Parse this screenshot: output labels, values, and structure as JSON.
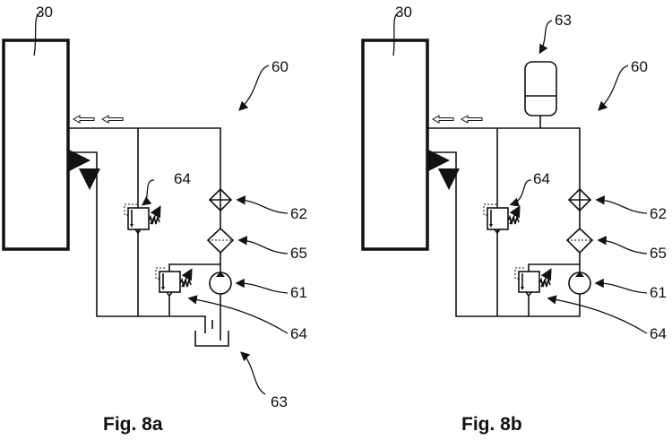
{
  "figures": [
    {
      "id": "fig-8a",
      "caption": "Fig. 8a",
      "labels": {
        "component": "30",
        "system": "60",
        "filter_upper": "62",
        "filter_lower": "65",
        "pump": "61",
        "valve_upper": "64",
        "valve_lower": "64",
        "reservoir": "63"
      },
      "reservoir_type": "open-tank"
    },
    {
      "id": "fig-8b",
      "caption": "Fig. 8b",
      "labels": {
        "component": "30",
        "system": "60",
        "filter_upper": "62",
        "filter_lower": "65",
        "pump": "61",
        "valve_upper": "64",
        "valve_lower": "64",
        "reservoir": "63"
      },
      "reservoir_type": "pressure-accumulator"
    }
  ]
}
